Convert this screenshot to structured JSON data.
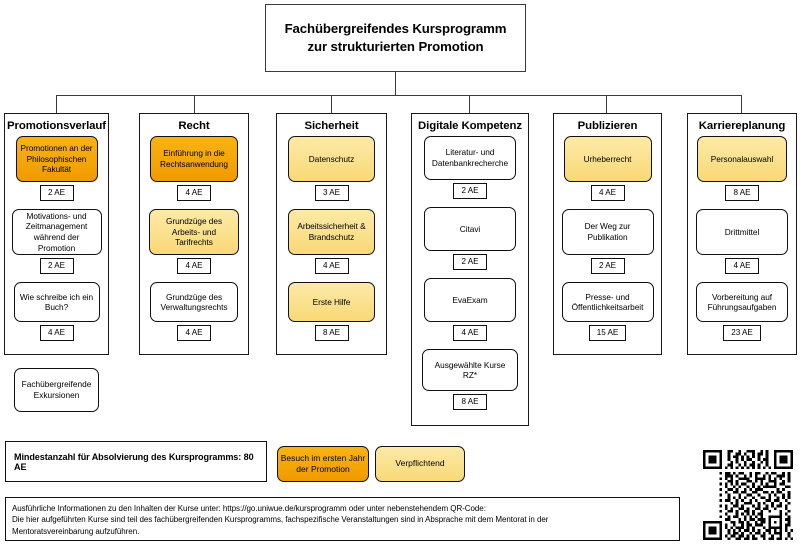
{
  "title": {
    "line1": "Fachübergreifendes Kursprogramm",
    "line2": "zur strukturierten Promotion"
  },
  "colors": {
    "orange": "#f09a00",
    "light_yellow": "#f9d976",
    "white": "#ffffff",
    "line": "#3a3a3a"
  },
  "columns": [
    {
      "heading": "Promotionsverlauf",
      "courses": [
        {
          "label": "Promotionen an der Philosophischen Fakultät",
          "ae": "2 AE",
          "fill": "orange"
        },
        {
          "label": "Motivations- und Zeitmanagement während der Promotion",
          "ae": "2 AE",
          "fill": "white"
        },
        {
          "label": "Wie schreibe ich ein Buch?",
          "ae": "4 AE",
          "fill": "white"
        }
      ]
    },
    {
      "heading": "Recht",
      "courses": [
        {
          "label": "Einführung in die Rechtsanwendung",
          "ae": "4 AE",
          "fill": "orange"
        },
        {
          "label": "Grundzüge des Arbeits- und Tarifrechts",
          "ae": "4 AE",
          "fill": "light"
        },
        {
          "label": "Grundzüge des Verwaltungsrechts",
          "ae": "4 AE",
          "fill": "white"
        }
      ]
    },
    {
      "heading": "Sicherheit",
      "courses": [
        {
          "label": "Datenschutz",
          "ae": "3 AE",
          "fill": "light"
        },
        {
          "label": "Arbeitssicherheit & Brandschutz",
          "ae": "4 AE",
          "fill": "light"
        },
        {
          "label": "Erste Hilfe",
          "ae": "8 AE",
          "fill": "light"
        }
      ]
    },
    {
      "heading": "Digitale Kompetenz",
      "courses": [
        {
          "label": "Literatur- und Datenbankrecherche",
          "ae": "2 AE",
          "fill": "white"
        },
        {
          "label": "Citavi",
          "ae": "2 AE",
          "fill": "white"
        },
        {
          "label": "EvaExam",
          "ae": "4 AE",
          "fill": "white"
        },
        {
          "label": "Ausgewählte Kurse RZ*",
          "ae": "8 AE",
          "fill": "white"
        }
      ]
    },
    {
      "heading": "Publizieren",
      "courses": [
        {
          "label": "Urheberrecht",
          "ae": "4 AE",
          "fill": "light"
        },
        {
          "label": "Der Weg zur Publikation",
          "ae": "2 AE",
          "fill": "white"
        },
        {
          "label": "Presse- und Öffentlichkeitsarbeit",
          "ae": "15 AE",
          "fill": "white"
        }
      ]
    },
    {
      "heading": "Karriereplanung",
      "courses": [
        {
          "label": "Personalauswahl",
          "ae": "8 AE",
          "fill": "light"
        },
        {
          "label": "Drittmittel",
          "ae": "4 AE",
          "fill": "white"
        },
        {
          "label": "Vorbereitung auf Führungsaufgaben",
          "ae": "23 AE",
          "fill": "white"
        }
      ]
    }
  ],
  "standalone": {
    "label": "Fachübergreifende Exkursionen"
  },
  "legend": {
    "note": "Mindestanzahl für Absolvierung des Kursprogramms: 80 AE",
    "chips": [
      {
        "label": "Besuch im ersten Jahr der Promotion",
        "fill": "orange"
      },
      {
        "label": "Verpflichtend",
        "fill": "light"
      }
    ]
  },
  "footer": {
    "line1": "Ausführliche Informationen zu den Inhalten der Kurse unter: https://go.uniwue.de/kursprogramm oder unter nebenstehendem QR-Code:",
    "line2": "Die hier aufgeführten Kurse sind teil des fachübergreifenden Kursprogramms, fachspezifische Veranstaltungen sind in Absprache mit dem Mentorat in der",
    "line3": "Mentoratsvereinbarung aufzuführen."
  },
  "qr": {
    "name": "qr-code",
    "encodes": "https://go.uniwue.de/kursprogramm"
  }
}
